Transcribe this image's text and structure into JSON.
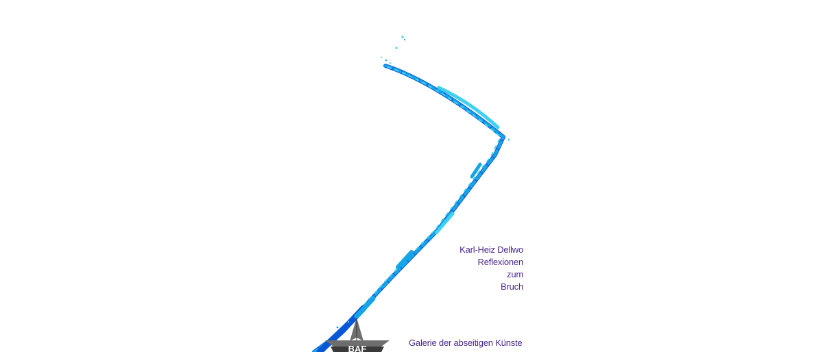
{
  "poster": {
    "author": "Karl-Heiz Dellwo",
    "title_lines": [
      "Reflexionen",
      "zum",
      "Bruch"
    ],
    "gallery": "Galerie der abseitigen Künste",
    "logo_text": "BAF"
  },
  "colors": {
    "text": "#4a2a8c",
    "stroke_light": "#3fd2f0",
    "stroke_mid": "#14a6e6",
    "stroke_dark": "#0757d6",
    "logo_fill": "#6e6e6e",
    "logo_dark": "#3a3a3a"
  },
  "icons": {
    "logo": "star-logo-icon"
  }
}
